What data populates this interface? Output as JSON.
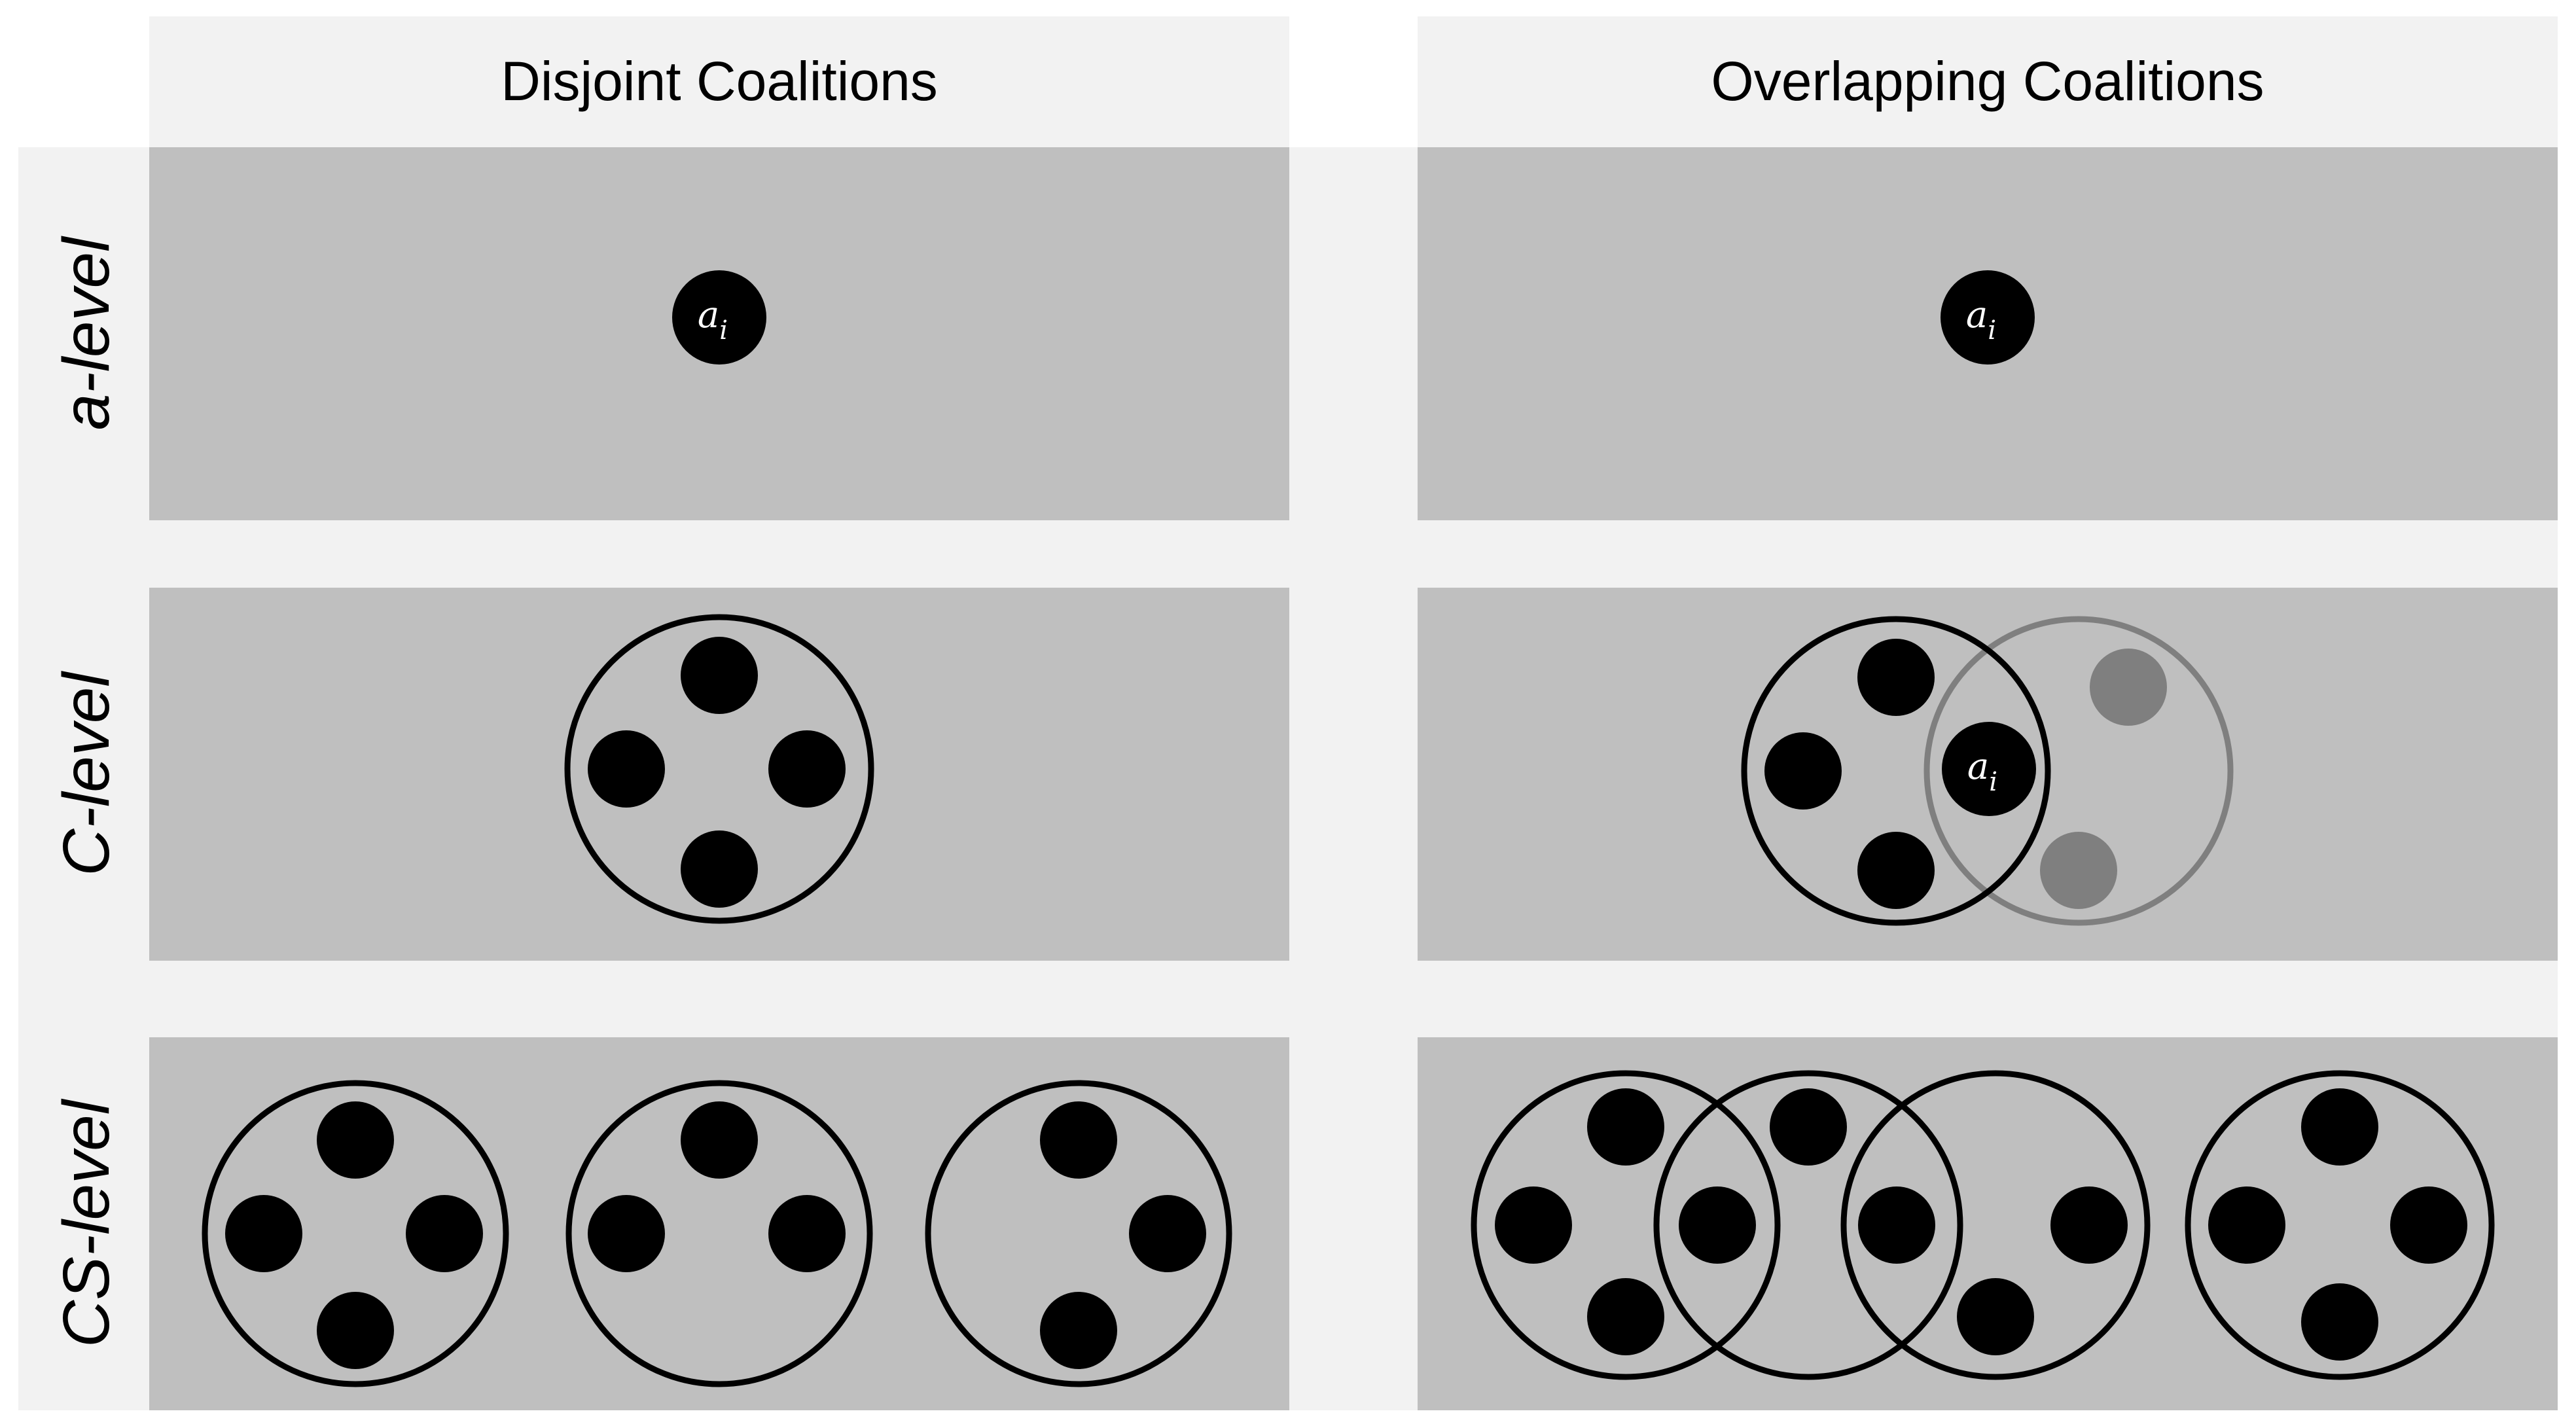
{
  "columns": [
    {
      "title": "Disjoint Coalitions"
    },
    {
      "title": "Overlapping Coalitions"
    }
  ],
  "rows": [
    {
      "label": "a-level"
    },
    {
      "label": "C-level"
    },
    {
      "label": "CS-level"
    }
  ],
  "agent_label": {
    "base": "a",
    "subscript": "i"
  },
  "colors": {
    "panel": "#bfbfbf",
    "header_band": "#f2f2f2",
    "agent": "#000000",
    "agent_faded": "#7f7f7f",
    "circle_outline": "#000000",
    "circle_outline_faded": "#7f7f7f"
  }
}
